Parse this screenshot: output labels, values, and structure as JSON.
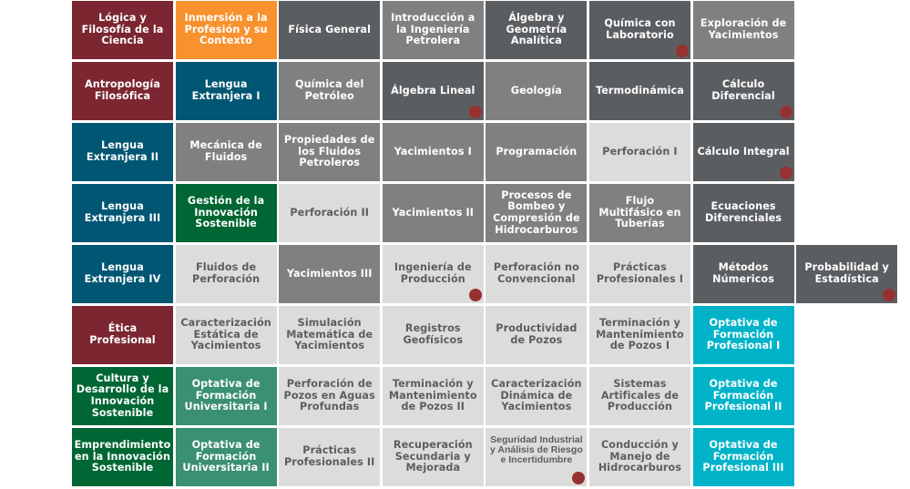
{
  "colors": {
    "M": "#7b2630",
    "O": "#f7922f",
    "D": "#5b5e61",
    "G": "#808080",
    "L": "#dcdcdb",
    "B": "#005673",
    "N": "#006633",
    "T": "#3b8f72",
    "C": "#00b3c8",
    "dot": "#963131"
  },
  "rows": [
    [
      {
        "label": "Lógica y Filosofía de la Ciencia",
        "c": "M"
      },
      {
        "label": "Inmersión a la Profesión y su Contexto",
        "c": "O"
      },
      {
        "label": "Física General",
        "c": "D"
      },
      {
        "label": "Introducción a la Ingeniería Petrolera",
        "c": "G"
      },
      {
        "label": "Álgebra y Geometría Analítica",
        "c": "D"
      },
      {
        "label": "Química con Laboratorio",
        "c": "D",
        "dot": true
      },
      {
        "label": "Exploración de Yacimientos",
        "c": "G"
      }
    ],
    [
      {
        "label": "Antropología Filosófica",
        "c": "M"
      },
      {
        "label": "Lengua Extranjera I",
        "c": "B"
      },
      {
        "label": "Química del Petróleo",
        "c": "G"
      },
      {
        "label": "Álgebra Lineal",
        "c": "D",
        "dot": true
      },
      {
        "label": "Geología",
        "c": "G"
      },
      {
        "label": "Termodinámica",
        "c": "D"
      },
      {
        "label": "Cálculo Diferencial",
        "c": "D",
        "dot": true
      }
    ],
    [
      {
        "label": "Lengua Extranjera II",
        "c": "B"
      },
      {
        "label": "Mecánica de Fluidos",
        "c": "G"
      },
      {
        "label": "Propiedades de los Fluidos Petroleros",
        "c": "G"
      },
      {
        "label": "Yacimientos I",
        "c": "G"
      },
      {
        "label": "Programación",
        "c": "G"
      },
      {
        "label": "Perforación I",
        "c": "L"
      },
      {
        "label": "Cálculo Integral",
        "c": "D",
        "dot": true
      }
    ],
    [
      {
        "label": "Lengua Extranjera III",
        "c": "B"
      },
      {
        "label": "Gestión de la Innovación Sostenible",
        "c": "N"
      },
      {
        "label": "Perforación II",
        "c": "L"
      },
      {
        "label": "Yacimientos II",
        "c": "G"
      },
      {
        "label": "Procesos de Bombeo y Compresión de Hidrocarburos",
        "c": "G"
      },
      {
        "label": "Flujo Multifásico en Tuberías",
        "c": "G"
      },
      {
        "label": "Ecuaciones Diferenciales",
        "c": "D"
      }
    ],
    [
      {
        "label": "Lengua Extranjera IV",
        "c": "B"
      },
      {
        "label": "Fluidos de Perforación",
        "c": "L"
      },
      {
        "label": "Yacimientos III",
        "c": "G"
      },
      {
        "label": "Ingeniería de Producción",
        "c": "L",
        "dot": true
      },
      {
        "label": "Perforación no Convencional",
        "c": "L"
      },
      {
        "label": "Prácticas Profesionales I",
        "c": "L"
      },
      {
        "label": "Métodos Númericos",
        "c": "D"
      },
      {
        "label": "Probabilidad y Estadística",
        "c": "D",
        "dot": true
      }
    ],
    [
      {
        "label": "Ética Profesional",
        "c": "M"
      },
      {
        "label": "Caracterización Estática de Yacimientos",
        "c": "L"
      },
      {
        "label": "Simulación Matemática de Yacimientos",
        "c": "L"
      },
      {
        "label": "Registros Geofísicos",
        "c": "L"
      },
      {
        "label": "Productividad de Pozos",
        "c": "L"
      },
      {
        "label": "Terminación y Mantenimiento de Pozos I",
        "c": "L"
      },
      {
        "label": "Optativa de Formación Profesional I",
        "c": "C"
      }
    ],
    [
      {
        "label": "Cultura y Desarrollo de la Innovación Sostenible",
        "c": "N"
      },
      {
        "label": "Optativa de Formación Universitaria I",
        "c": "T"
      },
      {
        "label": "Perforación de Pozos en Aguas Profundas",
        "c": "L"
      },
      {
        "label": "Terminación y Mantenimiento de Pozos II",
        "c": "L"
      },
      {
        "label": "Caracterización Dinámica de Yacimientos",
        "c": "L"
      },
      {
        "label": "Sistemas Artificales de Producción",
        "c": "L"
      },
      {
        "label": "Optativa de Formación Profesional II",
        "c": "C"
      }
    ],
    [
      {
        "label": "Emprendimiento en la Innovación Sostenible",
        "c": "N"
      },
      {
        "label": "Optativa de Formación Universitaria II",
        "c": "T"
      },
      {
        "label": "Prácticas Profesionales II",
        "c": "L"
      },
      {
        "label": "Recuperación Secundaria y Mejorada",
        "c": "L"
      },
      {
        "label": "Seguridad Industrial y Análisis de Riesgo e Incertidumbre",
        "c": "L",
        "dot": true,
        "small": true
      },
      {
        "label": "Conducción y Manejo de Hidrocarburos",
        "c": "L"
      },
      {
        "label": "Optativa de Formación Profesional III",
        "c": "C"
      }
    ]
  ]
}
